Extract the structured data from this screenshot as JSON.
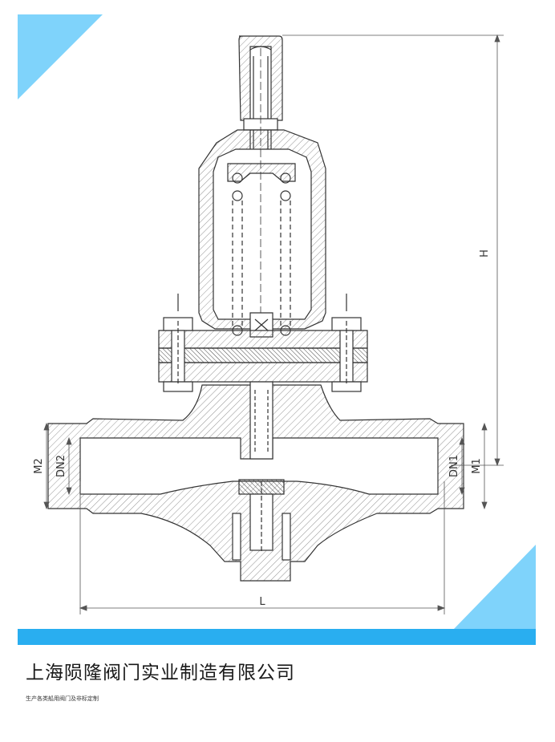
{
  "colors": {
    "accent": "#29aef0",
    "accent_light": "#7fd3fb",
    "line": "#333333",
    "dim_line": "#555555"
  },
  "drawing": {
    "dimension_labels": {
      "height": "H",
      "length": "L",
      "inlet_pipe": "M2",
      "inlet_nominal": "DN2",
      "outlet_nominal": "DN1",
      "outlet_pipe": "M1"
    }
  },
  "footer": {
    "company_name": "上海陨隆阀门实业制造有限公司",
    "tagline": "生产各类船用阀门及非标定制"
  }
}
